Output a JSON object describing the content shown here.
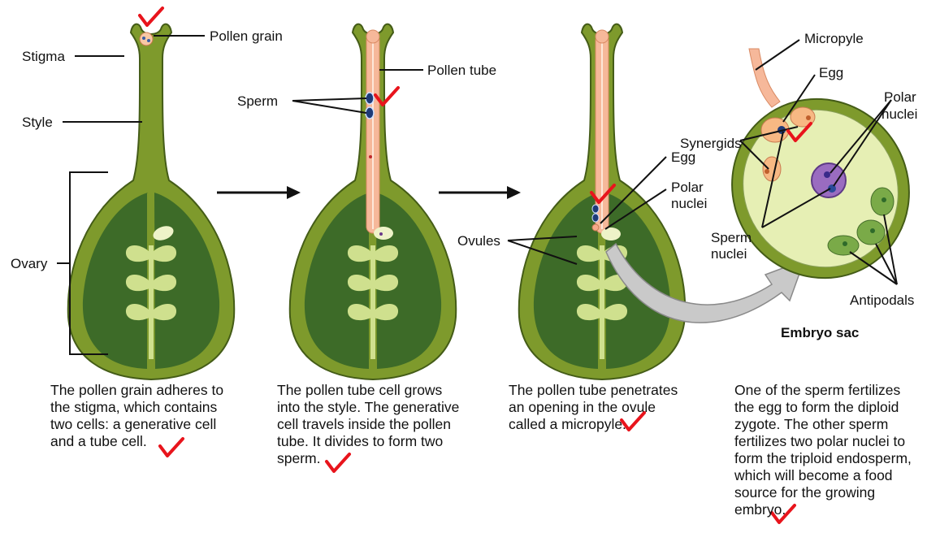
{
  "labels": {
    "pollen_grain": "Pollen grain",
    "stigma": "Stigma",
    "style": "Style",
    "ovary": "Ovary",
    "pollen_tube": "Pollen tube",
    "sperm": "Sperm",
    "egg_stage3": "Egg",
    "polar_nuclei_stage3_line1": "Polar",
    "polar_nuclei_stage3_line2": "nuclei",
    "ovules": "Ovules",
    "micropyle": "Micropyle",
    "egg_sac": "Egg",
    "synergids": "Synergids",
    "polar_nuclei_sac_line1": "Polar",
    "polar_nuclei_sac_line2": "nuclei",
    "sperm_nuclei_line1": "Sperm",
    "sperm_nuclei_line2": "nuclei",
    "antipodals": "Antipodals",
    "embryo_sac": "Embryo sac"
  },
  "captions": {
    "stage1": [
      "The pollen grain adheres to",
      "the stigma, which contains",
      "two cells: a generative cell",
      "and a tube cell."
    ],
    "stage2": [
      "The pollen tube cell grows",
      "into the style. The generative",
      "cell travels inside the pollen",
      "tube. It divides to form two",
      "sperm."
    ],
    "stage3": [
      "The pollen tube penetrates",
      "an opening in the ovule",
      "called a micropyle."
    ],
    "stage4": [
      "One of the sperm fertilizes",
      "the egg to form the diploid",
      "zygote. The other sperm",
      "fertilizes two polar nuclei to",
      "form the triploid endosperm,",
      "which will become a food",
      "source for the growing",
      "embryo."
    ]
  },
  "colors": {
    "pistil_outer": "#7e9a2c",
    "pistil_outline": "#445c17",
    "ovary_inner": "#3d6b28",
    "ovule": "#cfe08e",
    "pollen_tube": "#f6b89a",
    "embryo_sac_fill": "#e6efb4",
    "check_mark": "#e8141c",
    "arrow": "#111111"
  }
}
